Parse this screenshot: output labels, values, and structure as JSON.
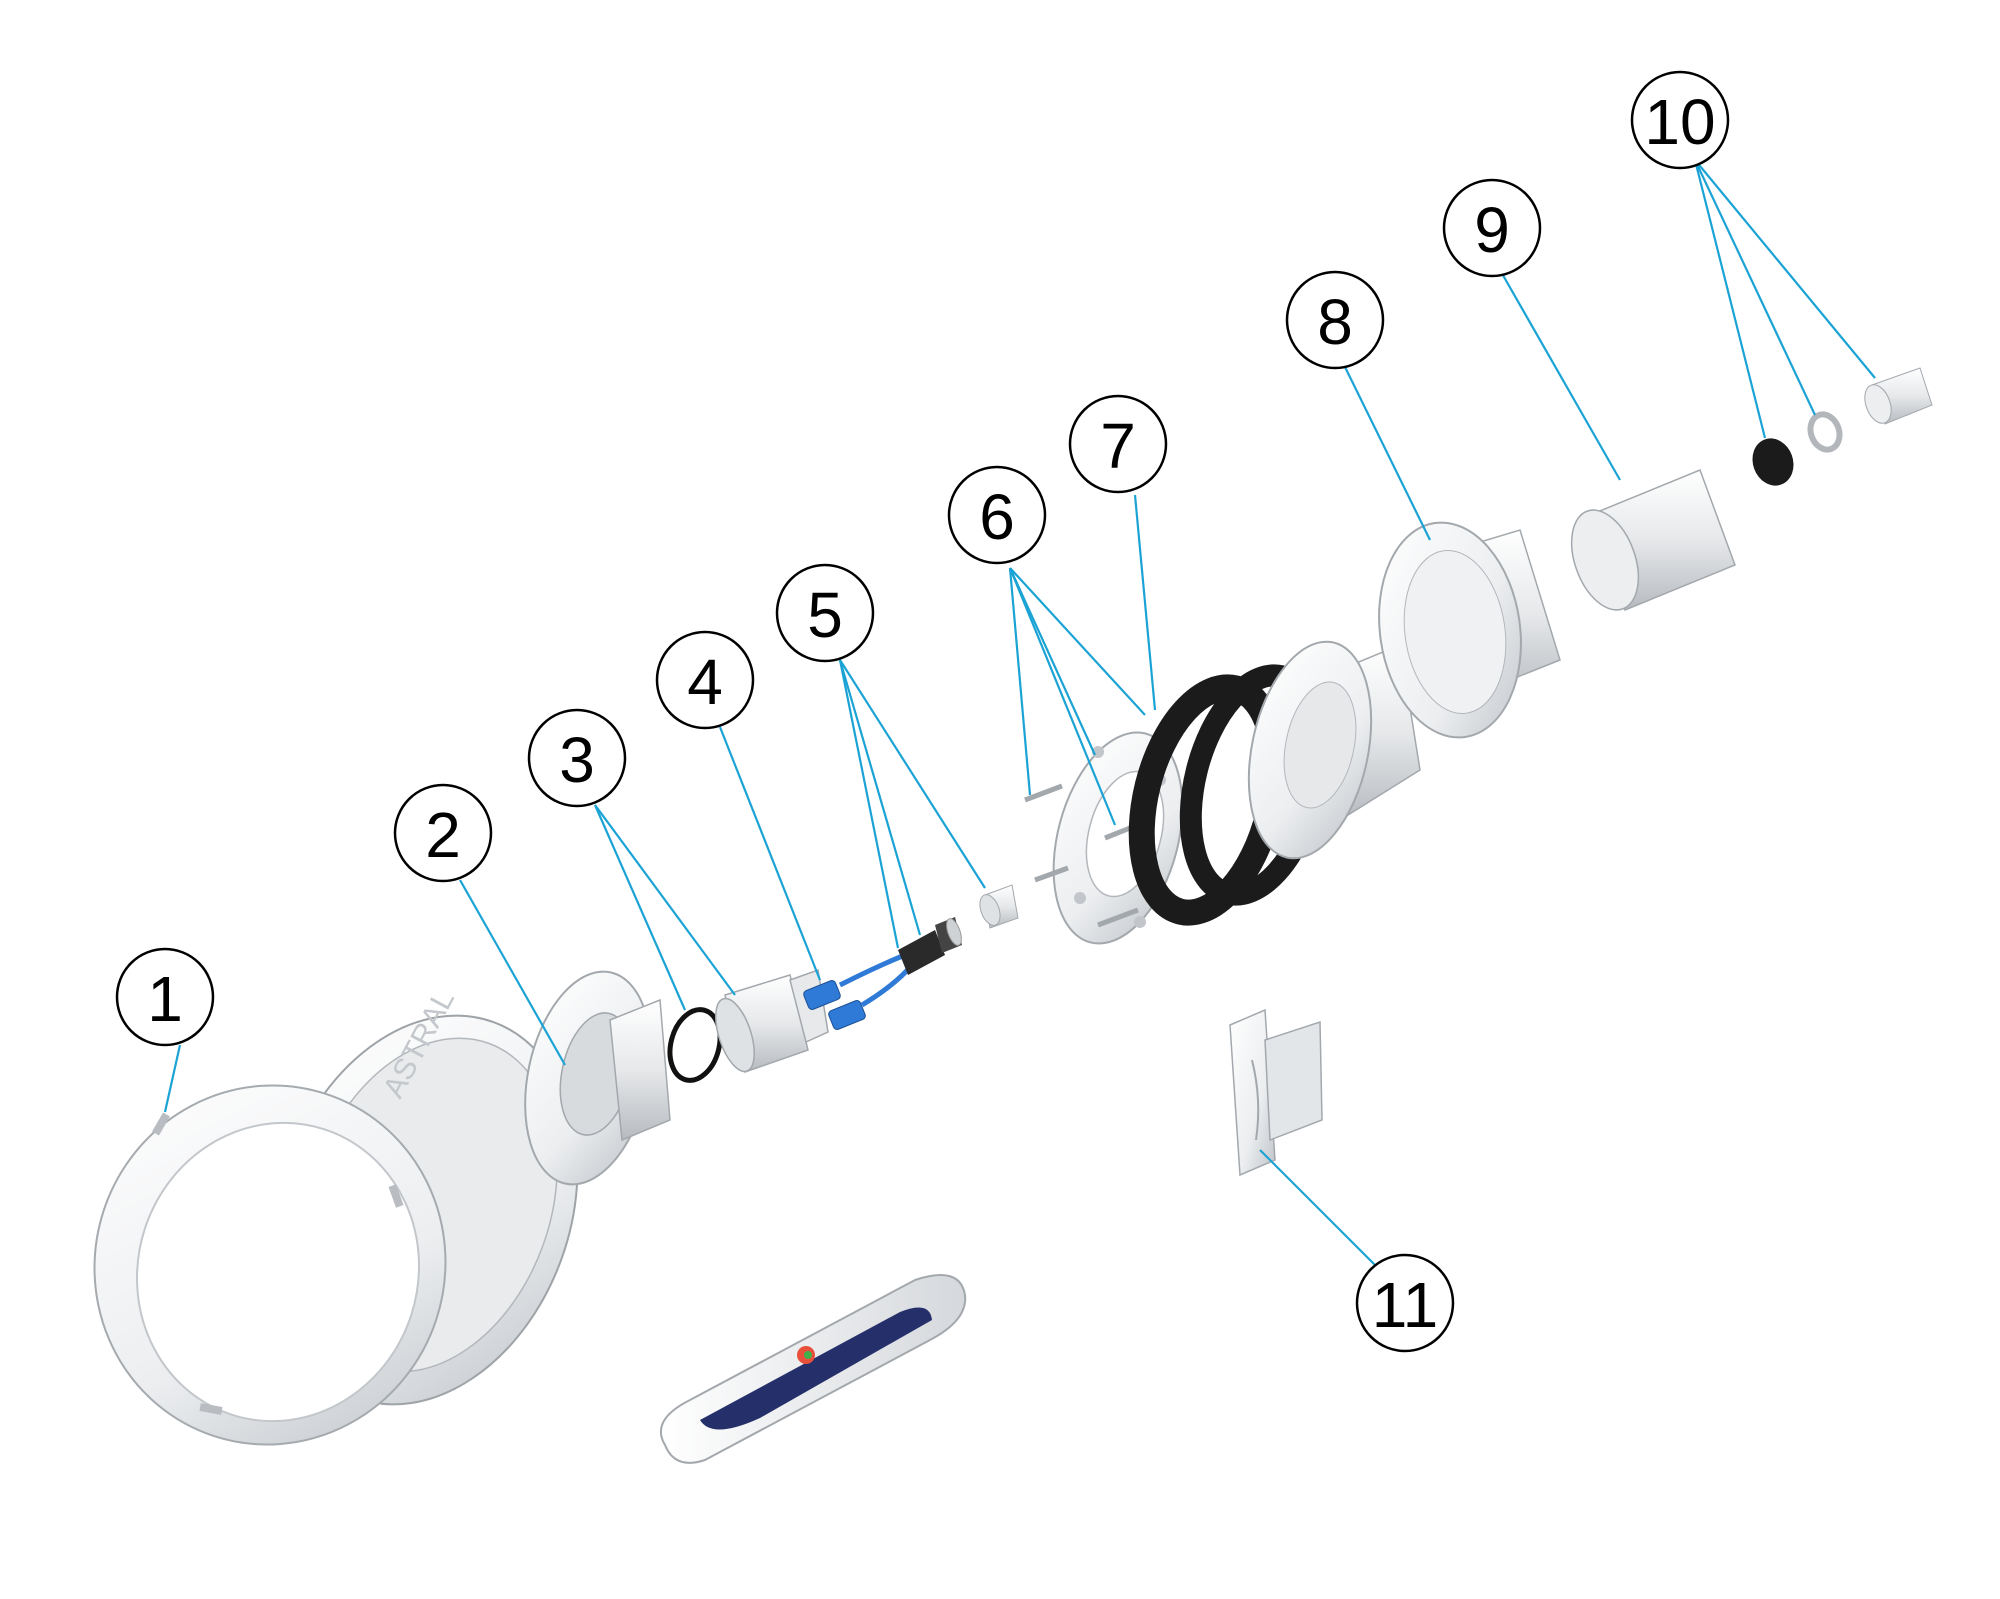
{
  "diagram": {
    "callouts": [
      {
        "id": "1",
        "label": "1"
      },
      {
        "id": "2",
        "label": "2"
      },
      {
        "id": "3",
        "label": "3"
      },
      {
        "id": "4",
        "label": "4"
      },
      {
        "id": "5",
        "label": "5"
      },
      {
        "id": "6",
        "label": "6"
      },
      {
        "id": "7",
        "label": "7"
      },
      {
        "id": "8",
        "label": "8"
      },
      {
        "id": "9",
        "label": "9"
      },
      {
        "id": "10",
        "label": "10"
      },
      {
        "id": "11",
        "label": "11"
      }
    ],
    "colors": {
      "leader": "#1aa3d4",
      "part_white": "#f2f3f4",
      "part_shade": "#c9ccd0",
      "gasket": "#1b1b1b",
      "connector": "#2f7ad6",
      "remote_panel": "#25306b"
    }
  }
}
